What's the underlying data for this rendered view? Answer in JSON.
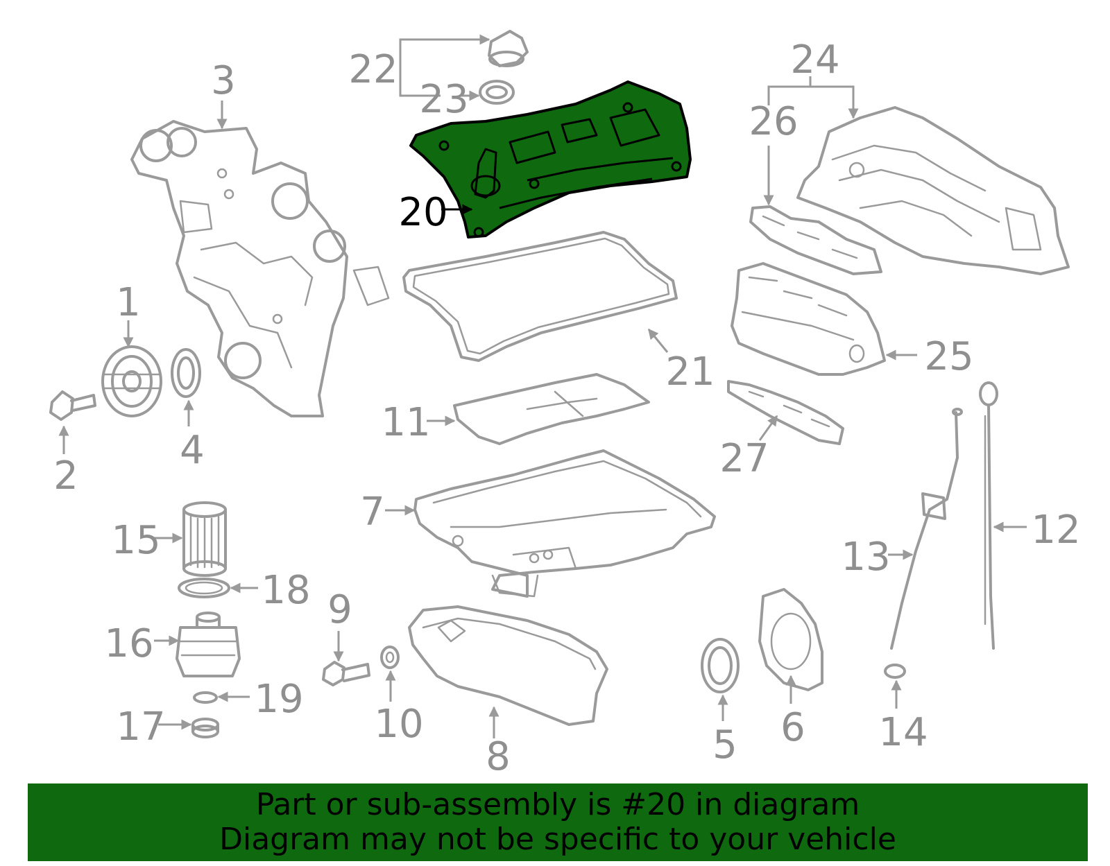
{
  "highlight_color": "#0f6a0f",
  "highlighted_part": "20",
  "callouts": [
    {
      "id": "c1",
      "label": "1"
    },
    {
      "id": "c2",
      "label": "2"
    },
    {
      "id": "c3",
      "label": "3"
    },
    {
      "id": "c4",
      "label": "4"
    },
    {
      "id": "c5",
      "label": "5"
    },
    {
      "id": "c6",
      "label": "6"
    },
    {
      "id": "c7",
      "label": "7"
    },
    {
      "id": "c8",
      "label": "8"
    },
    {
      "id": "c9",
      "label": "9"
    },
    {
      "id": "c10",
      "label": "10"
    },
    {
      "id": "c11",
      "label": "11"
    },
    {
      "id": "c12",
      "label": "12"
    },
    {
      "id": "c13",
      "label": "13"
    },
    {
      "id": "c14",
      "label": "14"
    },
    {
      "id": "c15",
      "label": "15"
    },
    {
      "id": "c16",
      "label": "16"
    },
    {
      "id": "c17",
      "label": "17"
    },
    {
      "id": "c18",
      "label": "18"
    },
    {
      "id": "c19",
      "label": "19"
    },
    {
      "id": "c20",
      "label": "20"
    },
    {
      "id": "c21",
      "label": "21"
    },
    {
      "id": "c22",
      "label": "22"
    },
    {
      "id": "c23",
      "label": "23"
    },
    {
      "id": "c24",
      "label": "24"
    },
    {
      "id": "c25",
      "label": "25"
    },
    {
      "id": "c26",
      "label": "26"
    },
    {
      "id": "c27",
      "label": "27"
    }
  ],
  "caption": {
    "line1": "Part or sub-assembly is #20 in diagram",
    "line2": "Diagram may not be specific to your vehicle"
  }
}
